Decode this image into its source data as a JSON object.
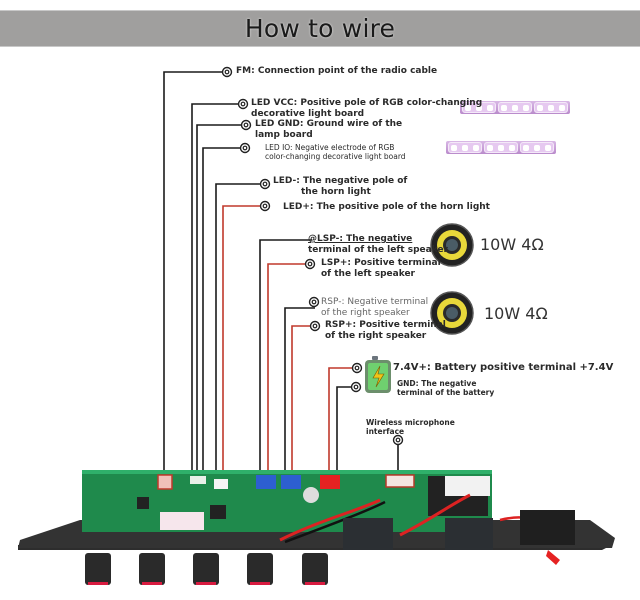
{
  "header": {
    "title": "How to wire"
  },
  "labels": {
    "fm": "FM: Connection point of the radio cable",
    "led_vcc_1": "LED VCC: Positive pole of RGB color-changing",
    "led_vcc_2": "decorative light board",
    "led_gnd_1": "LED GND: Ground wire of the",
    "led_gnd_2": "lamp board",
    "led_io_1": "LED IO: Negative electrode of RGB",
    "led_io_2": "color-changing decorative light board",
    "led_neg_1": "LED-: The negative pole of",
    "led_neg_2": "the horn light",
    "led_pos": "LED+: The positive pole of the horn light",
    "lsp_neg_1": "@LSP-: The negative",
    "lsp_neg_2": "terminal of the left speaker",
    "lsp_pos_1": "LSP+: Positive terminal",
    "lsp_pos_2": "of the left speaker",
    "rsp_neg_1": "RSP-: Negative terminal",
    "rsp_neg_2": "of the right speaker",
    "rsp_pos_1": "RSP+: Positive terminal",
    "rsp_pos_2": "of the right speaker",
    "bat_pos": "7.4V+: Battery positive terminal +7.4V",
    "gnd_1": "GND: The negative",
    "gnd_2": "terminal of the battery",
    "mic_1": "Wireless microphone",
    "mic_2": "interface"
  },
  "speakers": [
    {
      "spec": "10W 4Ω"
    },
    {
      "spec": "10W 4Ω"
    }
  ],
  "colors": {
    "header_bg": "#a09f9e",
    "wire_black": "#1a1a1a",
    "wire_red": "#c0392b",
    "pcb_green": "#1f8a4c",
    "led_strip": "#c9a0d9",
    "speaker_yellow": "#e8d83a",
    "battery_green": "#5cb85c"
  }
}
